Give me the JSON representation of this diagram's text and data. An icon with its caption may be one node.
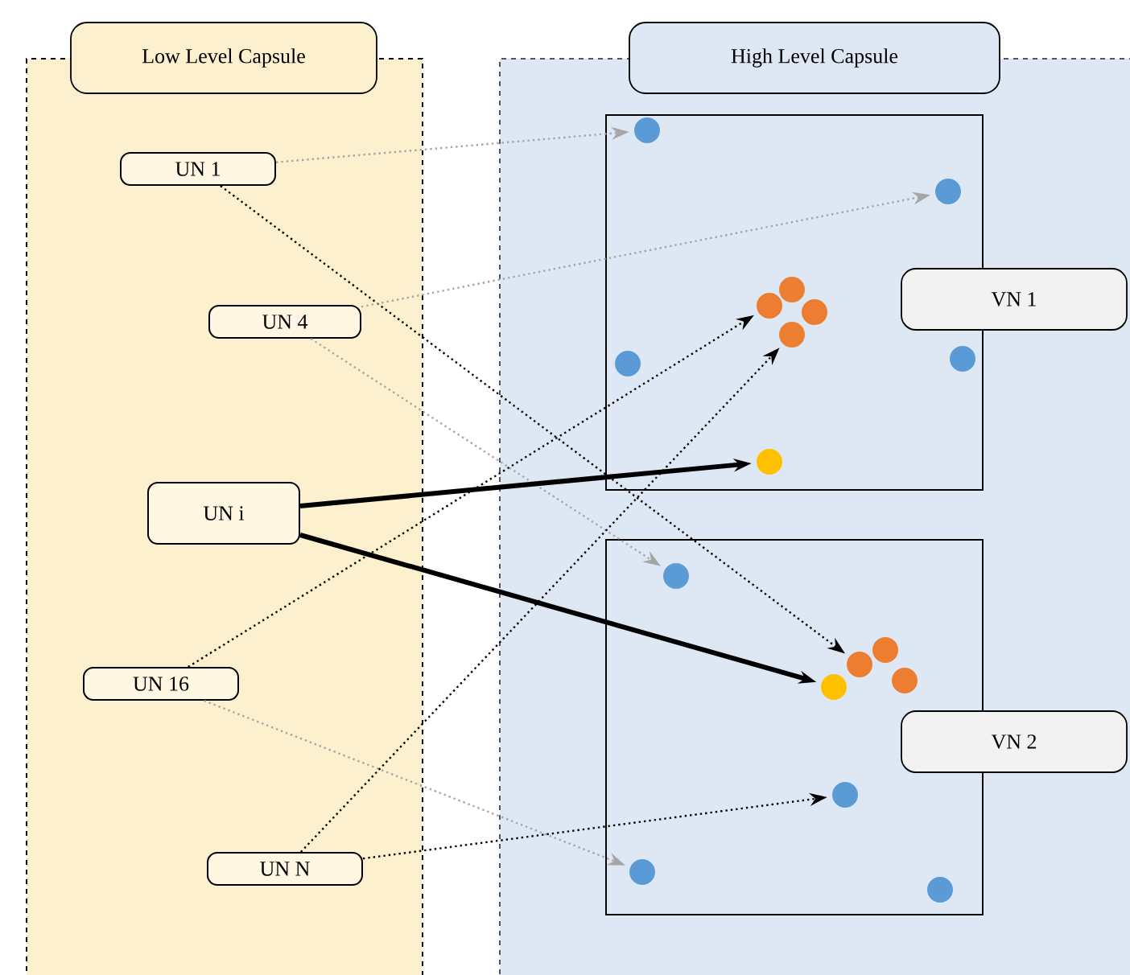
{
  "diagram": {
    "nodes": [
      {
        "text": [
          "Low Level Capsule"
        ]
      },
      {
        "text": [
          "High Level Capsule"
        ]
      },
      {
        "text": [
          "UN 1"
        ],
        "in": 0
      },
      {
        "text": [
          "UN 4"
        ],
        "in": 0
      },
      {
        "text": [
          "UN i"
        ],
        "in": 0
      },
      {
        "text": [
          "UN 16"
        ],
        "in": 0
      },
      {
        "text": [
          "UN N"
        ],
        "in": 0
      },
      {
        "text": [
          "VN 1"
        ],
        "in": 1
      },
      {
        "text": [
          "VN 2"
        ],
        "in": 1
      },
      {
        "text": [],
        "shape": "circle",
        "in": 7
      },
      {
        "text": [],
        "shape": "circle",
        "in": 7
      },
      {
        "text": [],
        "shape": "circle",
        "in": 7
      },
      {
        "text": [],
        "shape": "circle",
        "in": 7
      },
      {
        "text": [],
        "shape": "circle",
        "in": 7
      },
      {
        "text": [],
        "shape": "circle",
        "in": 7
      },
      {
        "text": [],
        "shape": "circle",
        "in": 7
      },
      {
        "text": [],
        "shape": "circle",
        "in": 7
      },
      {
        "text": [],
        "shape": "circle",
        "in": 7
      },
      {
        "text": [],
        "shape": "circle",
        "in": 8
      },
      {
        "text": [],
        "shape": "circle",
        "in": 8
      },
      {
        "text": [],
        "shape": "circle",
        "in": 8
      },
      {
        "text": [],
        "shape": "circle",
        "in": 8
      },
      {
        "text": [],
        "shape": "circle",
        "in": 8
      },
      {
        "text": [],
        "shape": "circle",
        "in": 8
      },
      {
        "text": [],
        "shape": "circle",
        "in": 8
      },
      {
        "text": [],
        "shape": "circle",
        "in": 8
      }
    ],
    "edges": [
      {
        "from": 2,
        "to": 9,
        "arrow": "to",
        "style": "dashed",
        "color": "#a6a6a6"
      },
      {
        "from": 2,
        "to": 20,
        "arrow": "to",
        "style": "dashed"
      },
      {
        "from": 3,
        "to": 10,
        "arrow": "to",
        "style": "dashed",
        "color": "#a6a6a6"
      },
      {
        "from": 3,
        "to": 18,
        "arrow": "to",
        "style": "dashed",
        "color": "#a6a6a6"
      },
      {
        "from": 4,
        "to": 17,
        "arrow": "to",
        "style": "thick"
      },
      {
        "from": 4,
        "to": 22,
        "arrow": "to",
        "style": "thick"
      },
      {
        "from": 5,
        "to": 12,
        "arrow": "to",
        "style": "dashed"
      },
      {
        "from": 5,
        "to": 24,
        "arrow": "to",
        "style": "dashed",
        "color": "#a6a6a6"
      },
      {
        "from": 6,
        "to": 14,
        "arrow": "to",
        "style": "dashed"
      },
      {
        "from": 6,
        "to": 23,
        "arrow": "to",
        "style": "dashed"
      }
    ]
  }
}
